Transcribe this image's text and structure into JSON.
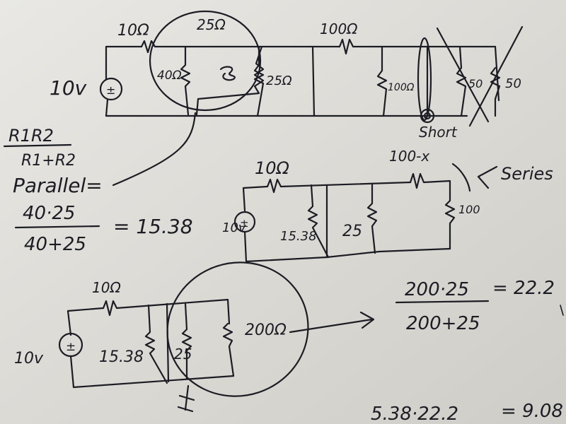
{
  "circuit_top": {
    "source": "10v",
    "source_symbol": "±",
    "r_series": "10Ω",
    "r_circled": "25Ω",
    "r_40": "40Ω",
    "r_25b": "25Ω",
    "r_100_top": "100Ω",
    "r_100_shunt": "100Ω",
    "r_50a": "50",
    "r_50b": "50",
    "short_label": "Short"
  },
  "formula": {
    "numerator": "R1R2",
    "denominator": "R1+R2",
    "parallel_label": "Parallel=",
    "calc_numerator": "40·25",
    "calc_denominator": "40+25",
    "calc_result": "= 15.38"
  },
  "circuit_mid": {
    "source": "10v",
    "source_symbol": "±",
    "r_series": "10Ω",
    "r_15": "15.38",
    "r_25": "25",
    "r_100_top": "100-x",
    "r_100_shunt": "100",
    "series_label": "Series"
  },
  "circuit_bottom": {
    "source": "10v",
    "source_symbol": "±",
    "r_series": "10Ω",
    "r_15": "15.38",
    "r_25": "25",
    "r_200": "200Ω"
  },
  "calc_right": {
    "numerator": "200·25",
    "denominator": "200+25",
    "result": "= 22.2"
  },
  "calc_bottom": {
    "expression": "5.38·22.2",
    "result": "= 9.08"
  }
}
